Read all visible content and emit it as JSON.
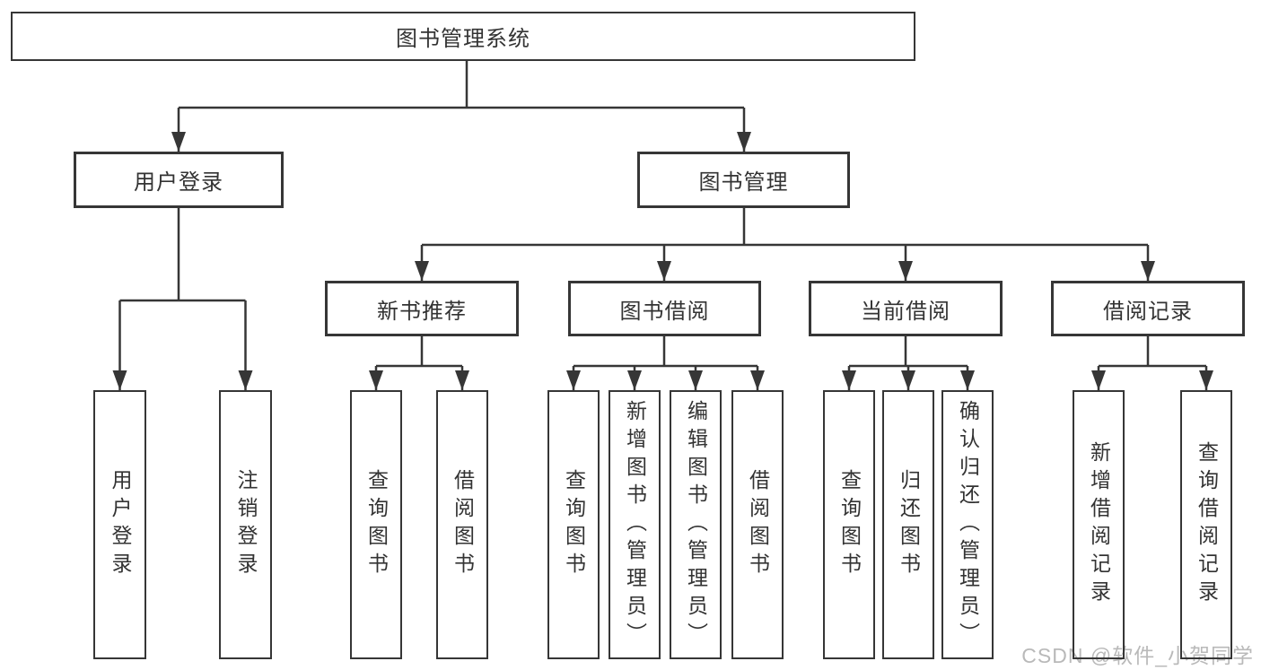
{
  "colors": {
    "line": "#363636",
    "text": "#333333",
    "watermark": "#b9b9b9",
    "bg": "#ffffff"
  },
  "tree": {
    "root": {
      "label": "图书管理系统"
    },
    "branches": [
      {
        "label": "用户登录",
        "children": [
          {
            "label": "用户登录"
          },
          {
            "label": "注销登录"
          }
        ]
      },
      {
        "label": "图书管理",
        "groups": [
          {
            "label": "新书推荐",
            "children": [
              {
                "label": "查询图书"
              },
              {
                "label": "借阅图书"
              }
            ]
          },
          {
            "label": "图书借阅",
            "children": [
              {
                "label": "查询图书"
              },
              {
                "label": "新增图书（管理员）"
              },
              {
                "label": "编辑图书（管理员）"
              },
              {
                "label": "借阅图书"
              }
            ]
          },
          {
            "label": "当前借阅",
            "children": [
              {
                "label": "查询图书"
              },
              {
                "label": "归还图书"
              },
              {
                "label": "确认归还（管理员）"
              }
            ]
          },
          {
            "label": "借阅记录",
            "children": [
              {
                "label": "新增借阅记录"
              },
              {
                "label": "查询借阅记录"
              }
            ]
          }
        ]
      }
    ]
  },
  "watermark": {
    "text": "CSDN @软件_小贺同学"
  }
}
